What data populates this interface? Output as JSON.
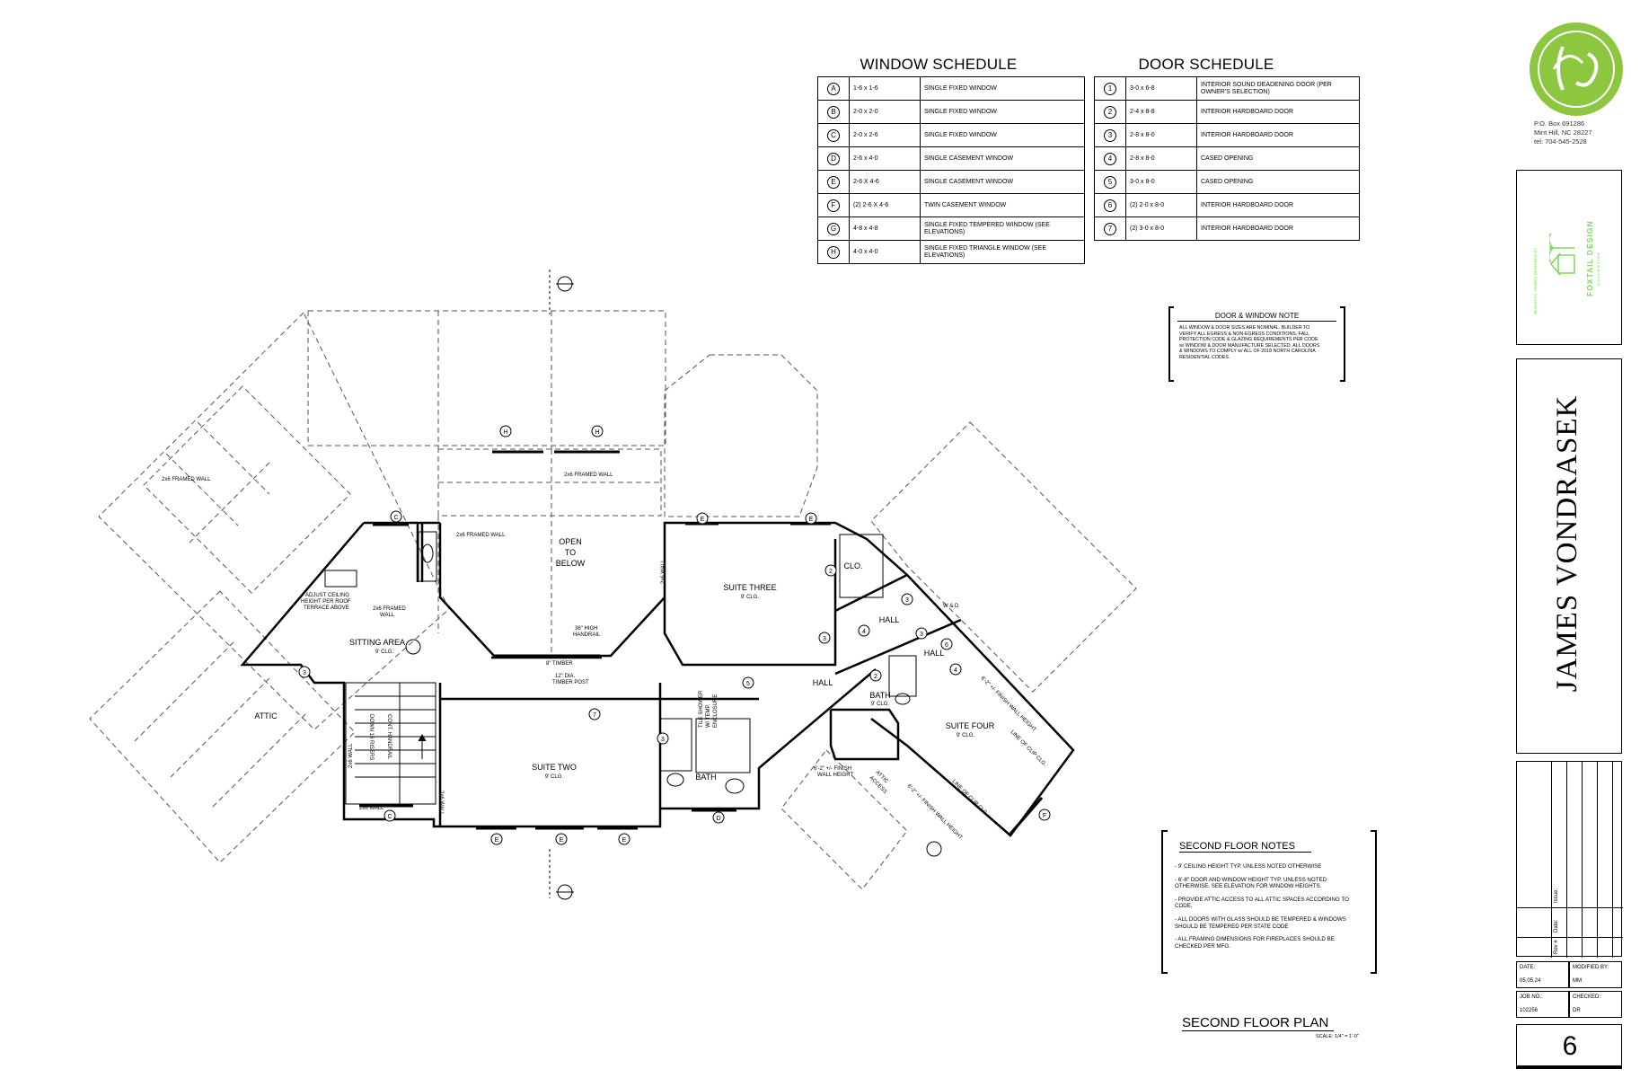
{
  "window_schedule": {
    "title": "WINDOW SCHEDULE",
    "rows": [
      {
        "mark": "A",
        "size": "1-6 x 1-6",
        "desc": "SINGLE FIXED WINDOW"
      },
      {
        "mark": "B",
        "size": "2-0 x 2-0",
        "desc": "SINGLE FIXED WINDOW"
      },
      {
        "mark": "C",
        "size": "2-0 x 2-6",
        "desc": "SINGLE FIXED WINDOW"
      },
      {
        "mark": "D",
        "size": "2-6 x 4-0",
        "desc": "SINGLE CASEMENT WINDOW"
      },
      {
        "mark": "E",
        "size": "2-6 X 4-6",
        "desc": "SINGLE CASEMENT WINDOW"
      },
      {
        "mark": "F",
        "size": "(2) 2-6 X 4-6",
        "desc": "TWIN CASEMENT WINDOW"
      },
      {
        "mark": "G",
        "size": "4-8 x 4-8",
        "desc": "SINGLE FIXED TEMPERED WINDOW (SEE ELEVATIONS)"
      },
      {
        "mark": "H",
        "size": "4-0 x 4-0",
        "desc": "SINGLE FIXED TRIANGLE WINDOW (SEE ELEVATIONS)"
      }
    ]
  },
  "door_schedule": {
    "title": "DOOR SCHEDULE",
    "rows": [
      {
        "mark": "1",
        "size": "3-0 x 6-8",
        "desc": "INTERIOR SOUND DEADENING DOOR (PER OWNER'S SELECTION)"
      },
      {
        "mark": "2",
        "size": "2-4 x 8-8",
        "desc": "INTERIOR HARDBOARD DOOR"
      },
      {
        "mark": "3",
        "size": "2-8 x 8-0",
        "desc": "INTERIOR HARDBOARD DOOR"
      },
      {
        "mark": "4",
        "size": "2-8 x 8-0",
        "desc": "CASED OPENING"
      },
      {
        "mark": "5",
        "size": "3-0 x 8-0",
        "desc": "CASED OPENING"
      },
      {
        "mark": "6",
        "size": "(2) 2-0 x 8-0",
        "desc": "INTERIOR HARDBOARD DOOR"
      },
      {
        "mark": "7",
        "size": "(2) 3-0 x 8-0",
        "desc": "INTERIOR HARDBOARD DOOR"
      }
    ]
  },
  "door_window_note": {
    "title": "DOOR & WINDOW NOTE",
    "text": "ALL WINDOW & DOOR SIZES ARE NOMINAL. BUILDER TO VERIFY ALL EGRESS & NON-EGRESS CONDITIONS, FALL PROTECTION CODE & GLAZING REQUIREMENTS PER CODE w/ WINDOW & DOOR MANUFACTURE SELECTED. ALL DOORS & WINDOWS TO COMPLY w/ ALL OF 2018 NORTH CAROLINA RESIDENTIAL CODES."
  },
  "second_floor_notes": {
    "title": "SECOND FLOOR NOTES",
    "items": [
      "- 9' CEILING HEIGHT TYP. UNLESS NOTED OTHERWISE",
      "- 6'-8\" DOOR AND WINDOW HEIGHT TYP. UNLESS NOTED OTHERWISE. SEE ELEVATION FOR WINDOW HEIGHTS.",
      "- PROVIDE ATTIC ACCESS TO ALL ATTIC SPACES ACCORDING TO CODE.",
      "- ALL DOORS WITH GLASS SHOULD BE TEMPERED & WINDOWS SHOULD BE TEMPERED PER STATE CODE",
      "- ALL FRAMING DIMENSIONS FOR FIREPLACES SHOULD BE CHECKED PER MFG."
    ]
  },
  "plan": {
    "title": "SECOND FLOOR PLAN",
    "scale": "SCALE: 1/4\" = 1'-0\"",
    "rooms": {
      "open_to_below_1": "OPEN",
      "open_to_below_2": "TO",
      "open_to_below_3": "BELOW",
      "suite_three": "SUITE THREE",
      "suite_three_clg": "9' CLG.",
      "clo": "CLO.",
      "hall_upper": "HALL",
      "hall_right": "HALL",
      "hall_main": "HALL",
      "bath_right": "BATH",
      "bath_right_clg": "9' CLG.",
      "suite_four": "SUITE FOUR",
      "suite_four_clg": "9' CLG.",
      "sitting_area": "SITTING AREA",
      "sitting_area_clg": "9' CLG.",
      "attic": "ATTIC",
      "suite_two": "SUITE TWO",
      "suite_two_clg": "9' CLG.",
      "bath_left": "BATH"
    },
    "notes": {
      "framed_wall_1": "2x6 FRAMED WALL",
      "framed_wall_2": "2x6 FRAMED WALL",
      "framed_wall_3": "2x6 FRAMED WALL",
      "framed_wall_4a": "2x6 FRAMED",
      "framed_wall_4b": "WALL",
      "adjust_1": "ADJUST CEILING",
      "adjust_2": "HEIGHT PER ROOF",
      "adjust_3": "TERRACE ABOVE",
      "handrail_1": "36\" HIGH",
      "handrail_2": "HANDRAIL",
      "timber": "8\" TIMBER",
      "post_1": "12\" DIA.",
      "post_2": "TIMBER POST",
      "wall_2x6_a": "2x6 WALL",
      "wall_2x6_b": "2x6 WALL",
      "wall_2x6_c": "2x6 WALL",
      "wall_2x6_d": "2x6 WALL",
      "down_risers": "DOWN 16 RISERS",
      "cont_handrail": "CONT. HANDRAIL",
      "tile_shower_1": "TILE SHOWER",
      "tile_shower_2": "W/ TEMP.",
      "tile_shower_3": "ENCLOSURE",
      "finish_1": "6'-2\" +/- FINISH",
      "finish_2": "WALL HEIGHT",
      "attic_access_1": "ATTIC",
      "attic_access_2": "ACCESS",
      "finish_diag_1": "6'-2\" +/- FINISH WALL HEIGHT",
      "finish_diag_2": "6'-2\" +/- FINISH WALL HEIGHT",
      "clip_1": "LINE OF CLIP CLG.",
      "clip_2": "LINE OF CLIP CLG.",
      "wd": "W & D"
    }
  },
  "logo": {
    "address_1": "P.O. Box 691286",
    "address_2": "Mint Hill, NC 28227",
    "phone": "tel: 704-545-2528",
    "color": "#8dc63f"
  },
  "foxtail": {
    "name": "FOXTAIL DESIGN",
    "sub": "COLLECTIVE",
    "vertical_text": "BEAUTIFUL HOMES DESIGNED BY",
    "color": "#7ed957"
  },
  "client_name": "JAMES VONDRASEK",
  "title_block": {
    "rev_label": "Rev #",
    "date_label_v": "Date:",
    "issue_label": "Issue:",
    "date_label": "DATE:",
    "date_value": "05.05.24",
    "modified_label": "MODIFIED BY:",
    "modified_value": "MM",
    "job_label": "JOB NO.:",
    "job_value": "102256",
    "checked_label": "CHECKED:",
    "checked_value": "DR",
    "sheet_number": "6"
  }
}
